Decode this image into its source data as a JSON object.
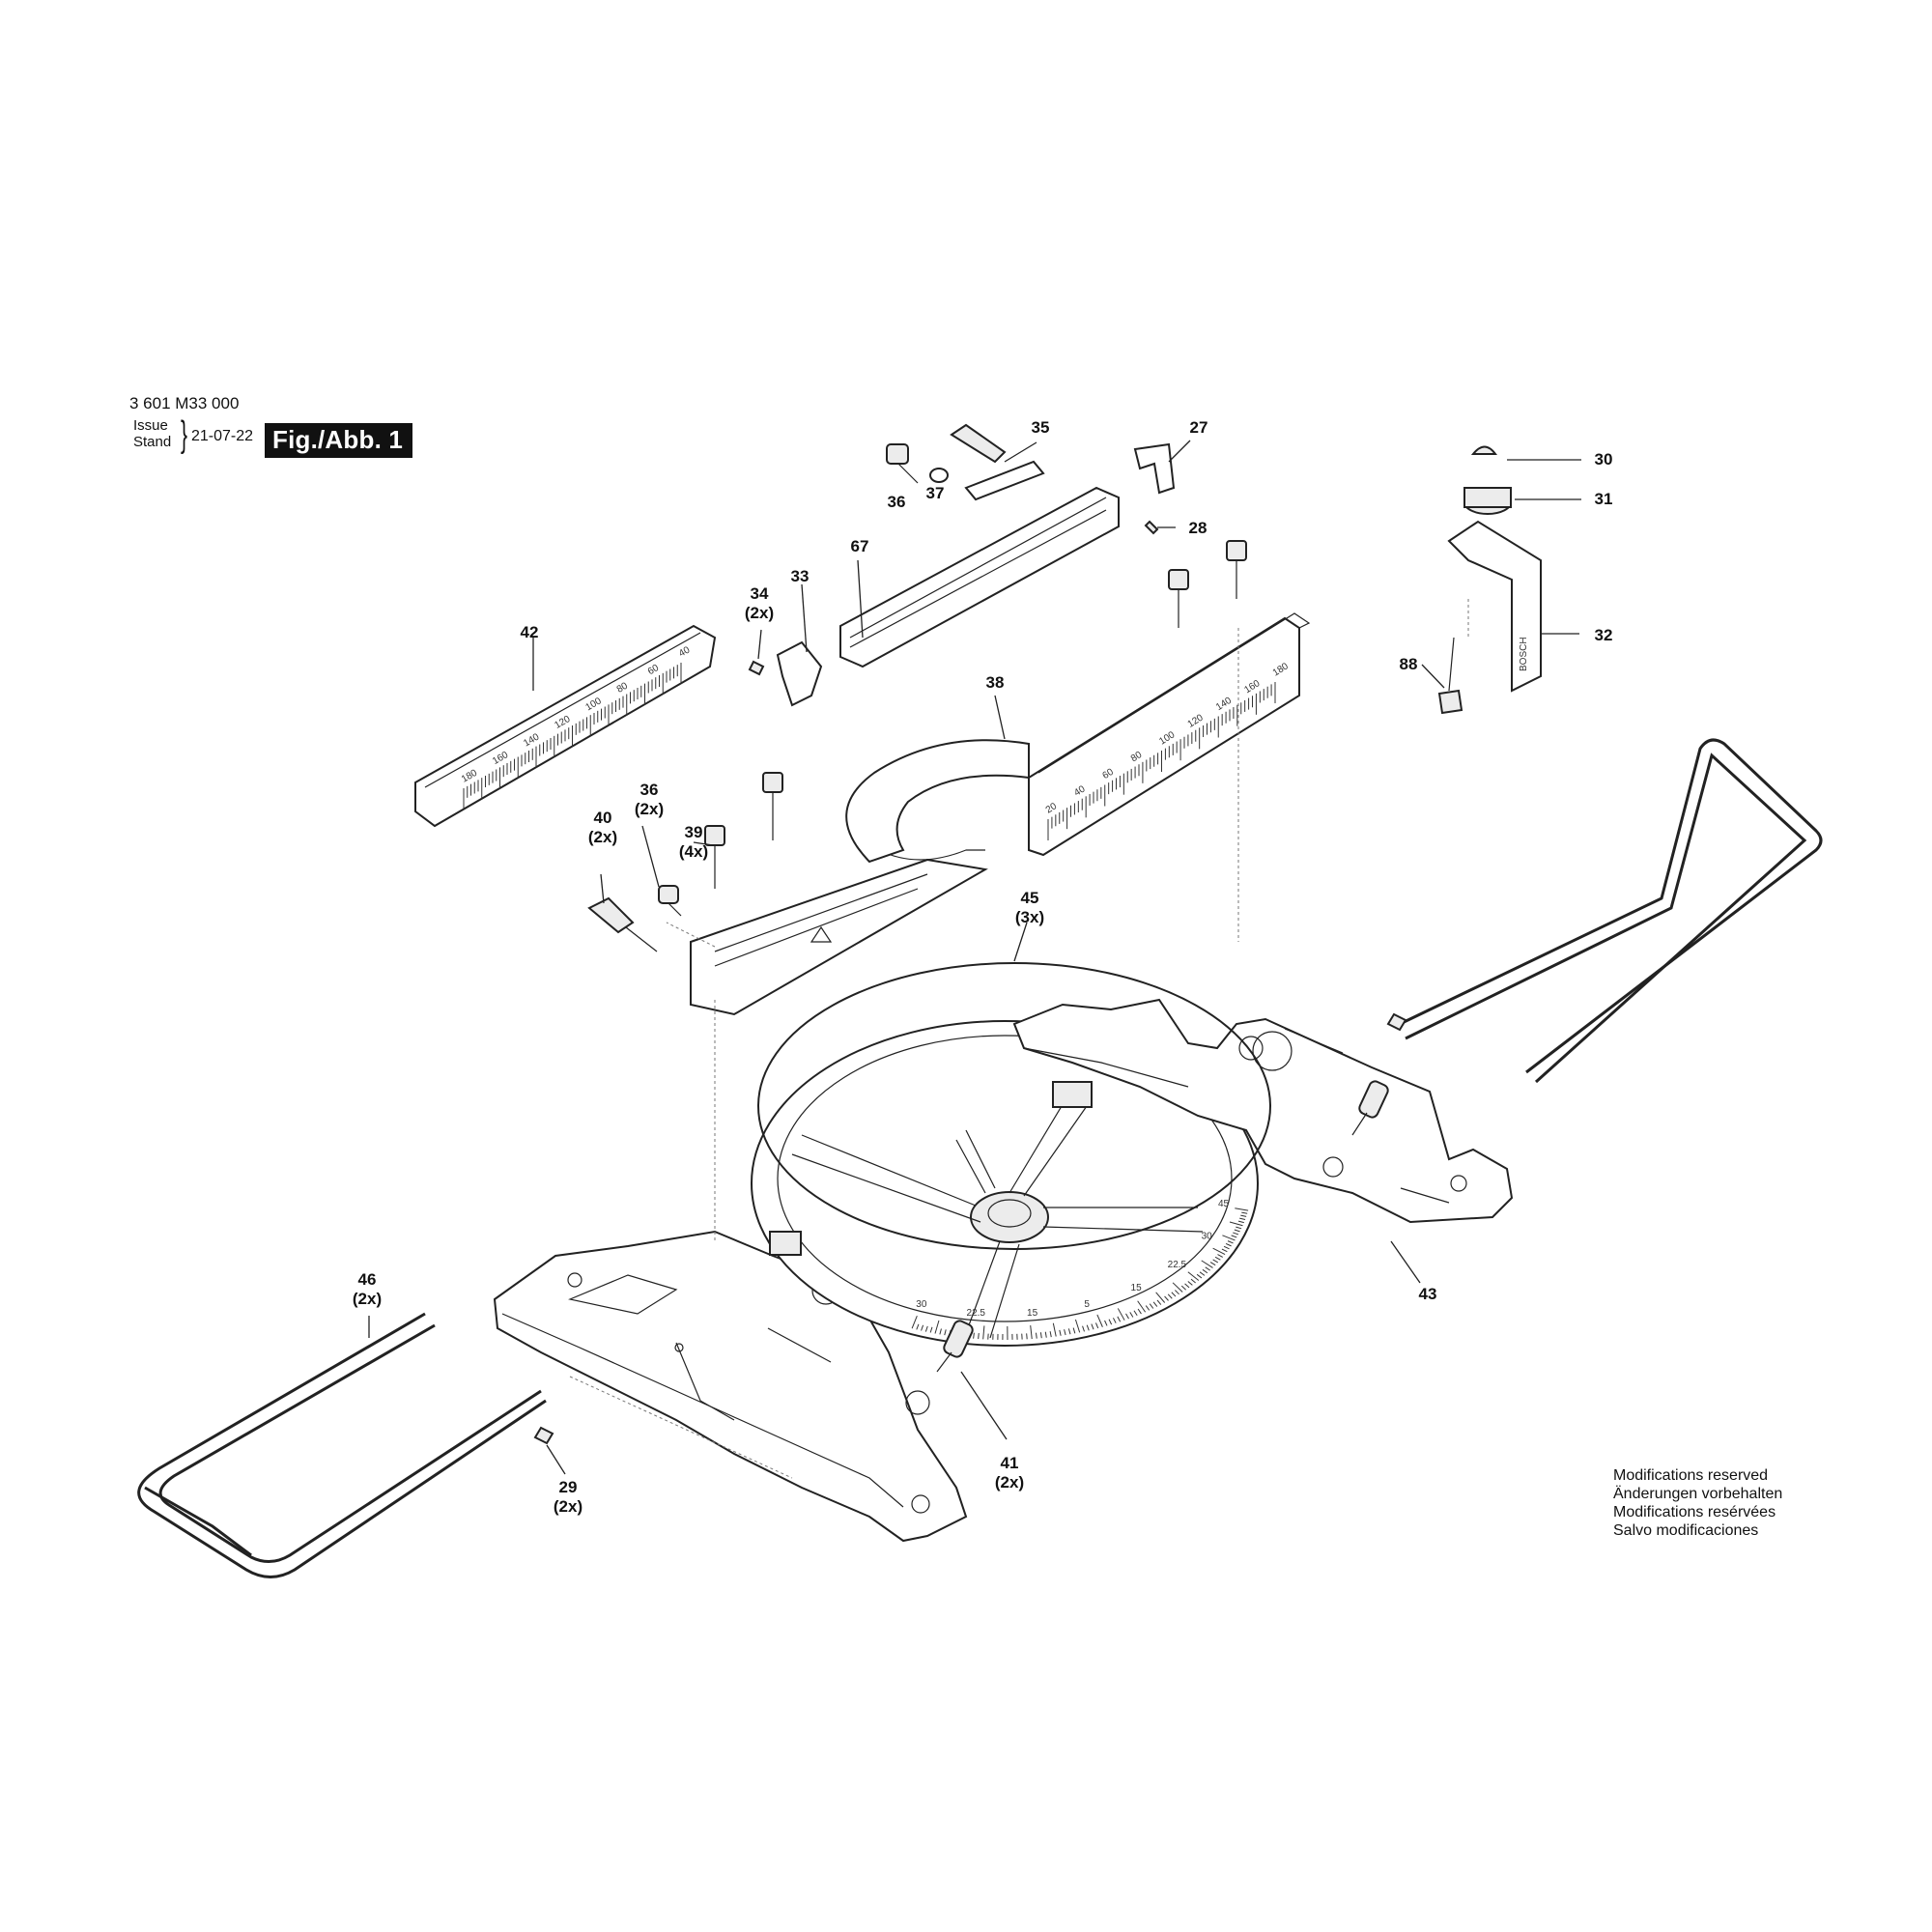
{
  "header": {
    "doc_number": "3 601 M33 000",
    "issue_label": "Issue",
    "stand_label": "Stand",
    "date": "21-07-22",
    "figure": "Fig./Abb. 1"
  },
  "modifications": [
    "Modifications reserved",
    "Änderungen vorbehalten",
    "Modifications resérvées",
    "Salvo modificaciones"
  ],
  "callouts": [
    {
      "id": "35",
      "qty": ""
    },
    {
      "id": "27",
      "qty": ""
    },
    {
      "id": "30",
      "qty": ""
    },
    {
      "id": "36",
      "qty": ""
    },
    {
      "id": "37",
      "qty": ""
    },
    {
      "id": "31",
      "qty": ""
    },
    {
      "id": "28",
      "qty": ""
    },
    {
      "id": "67",
      "qty": ""
    },
    {
      "id": "33",
      "qty": ""
    },
    {
      "id": "34",
      "qty": "(2x)"
    },
    {
      "id": "42",
      "qty": ""
    },
    {
      "id": "32",
      "qty": ""
    },
    {
      "id": "88",
      "qty": ""
    },
    {
      "id": "38",
      "qty": ""
    },
    {
      "id": "39",
      "qty": "(4x)"
    },
    {
      "id": "36",
      "qty": "(2x)"
    },
    {
      "id": "40",
      "qty": "(2x)"
    },
    {
      "id": "45",
      "qty": "(3x)"
    },
    {
      "id": "43",
      "qty": ""
    },
    {
      "id": "46",
      "qty": "(2x)"
    },
    {
      "id": "41",
      "qty": "(2x)"
    },
    {
      "id": "29",
      "qty": "(2x)"
    }
  ],
  "scales": {
    "left_fence": [
      "180",
      "160",
      "140",
      "120",
      "100",
      "80",
      "60",
      "40"
    ],
    "right_fence": [
      "20",
      "40",
      "60",
      "80",
      "100",
      "120",
      "140",
      "160",
      "180"
    ],
    "miter": [
      "30",
      "22.5",
      "15",
      "5",
      "15",
      "22.5",
      "30",
      "45"
    ]
  },
  "markings": {
    "brand": "BOSCH"
  }
}
